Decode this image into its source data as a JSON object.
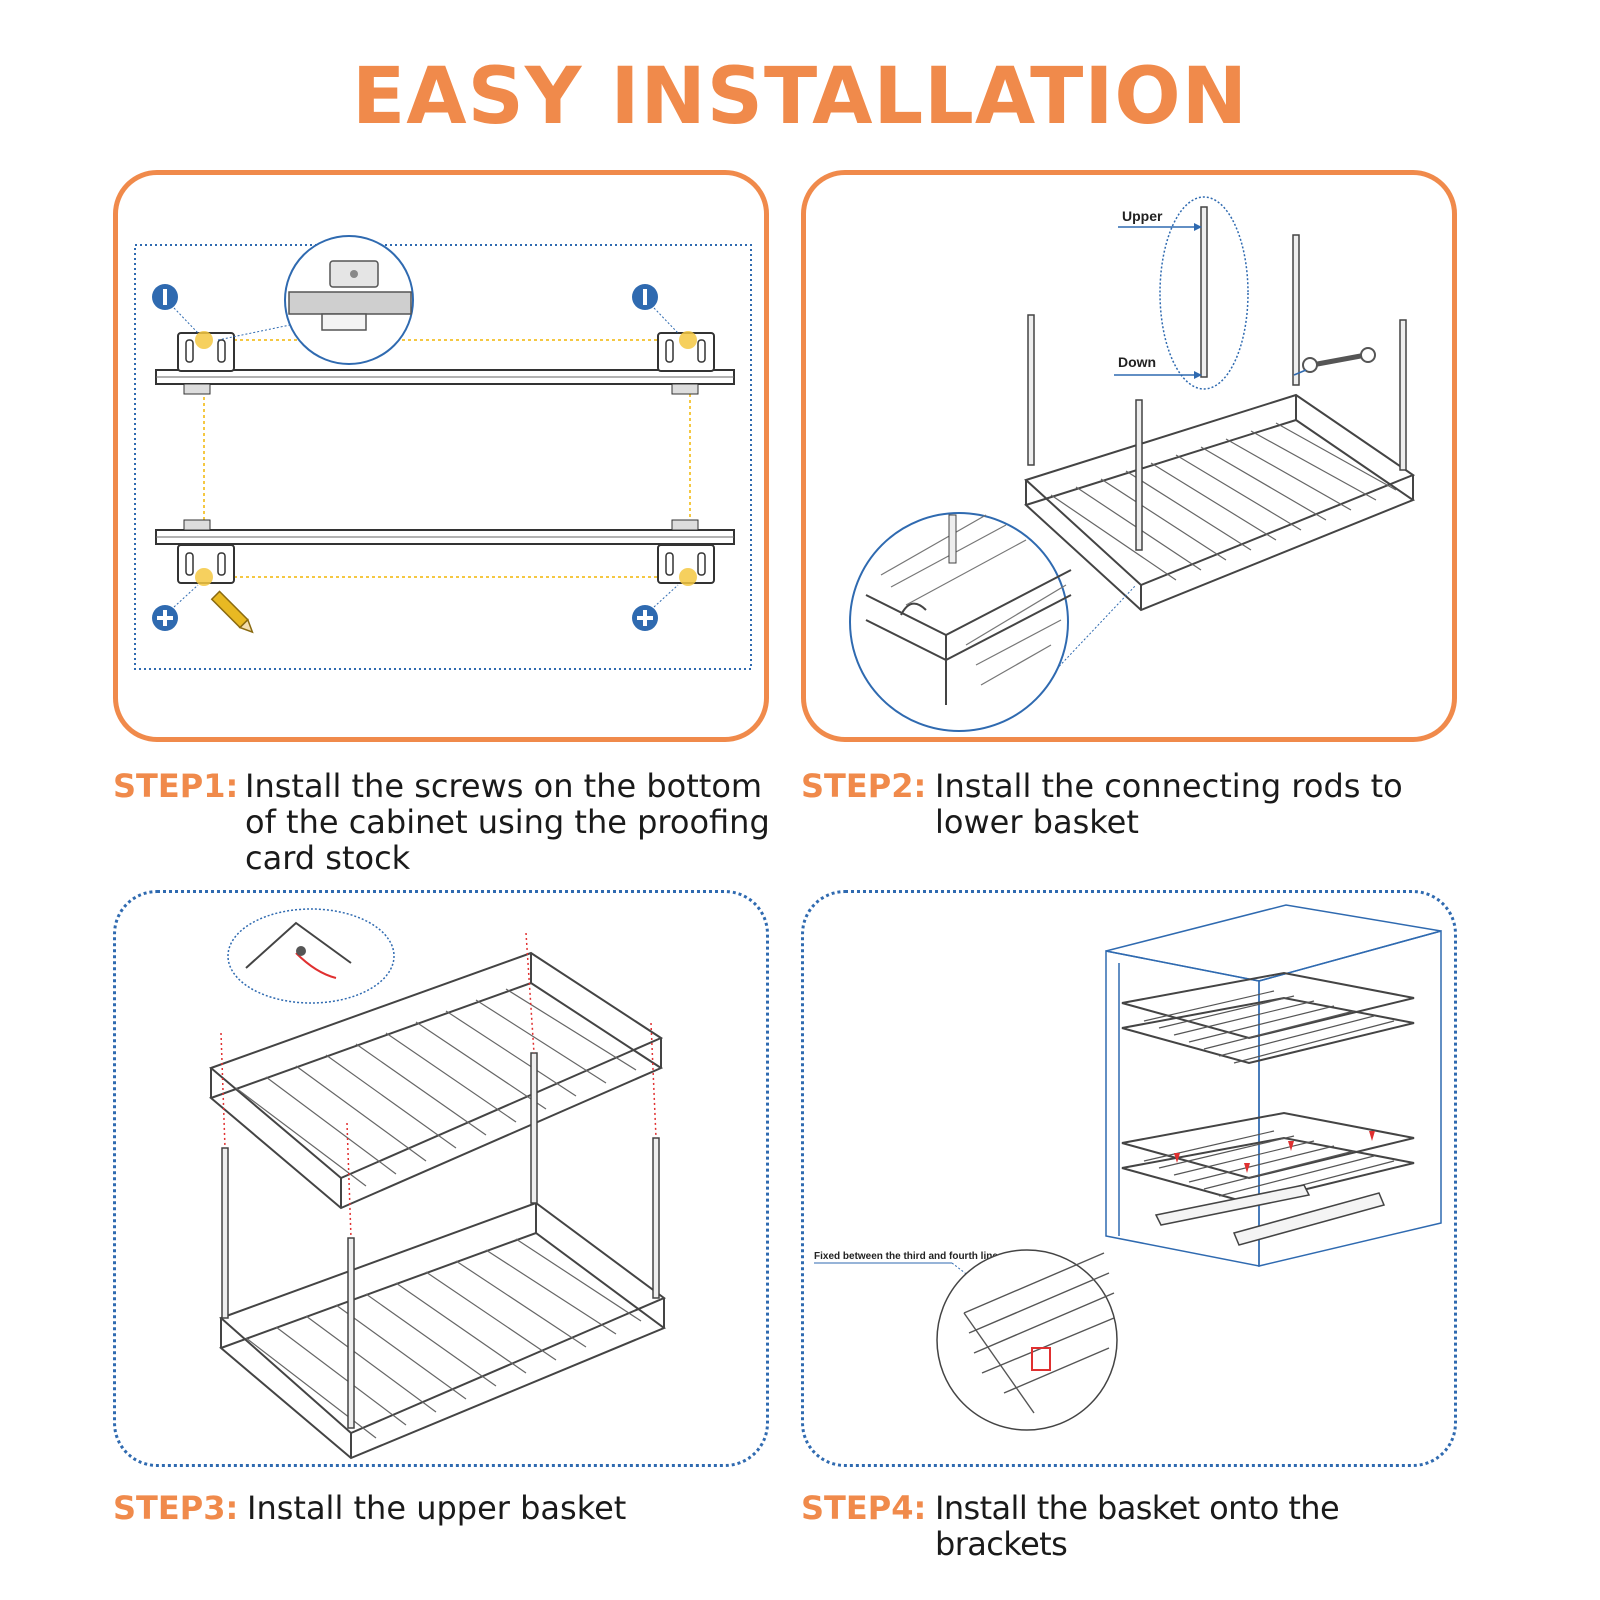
{
  "title": "EASY INSTALLATION",
  "steps": [
    {
      "label": "STEP1:",
      "text": "Install the screws on the bottom of the cabinet using the proofing card stock"
    },
    {
      "label": "STEP2:",
      "text": "Install the connecting rods to lower basket"
    },
    {
      "label": "STEP3:",
      "text": "Install the upper basket"
    },
    {
      "label": "STEP4:",
      "text": "Install the basket onto the brackets"
    }
  ],
  "diagram_labels": {
    "upper": "Upper",
    "down": "Down",
    "fixed_note": "Fixed between the third and fourth lines."
  },
  "colors": {
    "accent": "#F08A4B",
    "blue": "#2F6AB0",
    "marker_yellow": "#F5C842",
    "red": "#E03030"
  },
  "icons": [
    "minus-circle-icon",
    "plus-circle-icon",
    "pencil-icon",
    "wrench-icon",
    "magnifier-callout-icon"
  ]
}
